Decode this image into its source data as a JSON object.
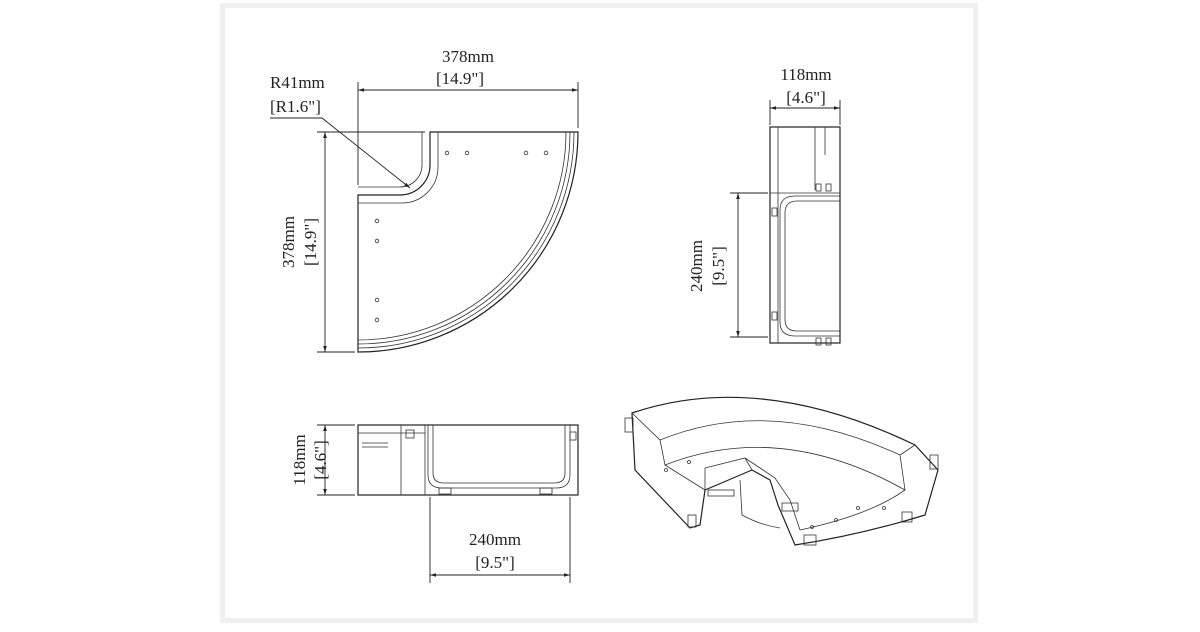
{
  "title": "Cable tray 90-degree horizontal bend dimension drawing",
  "views": {
    "top_view": {
      "radius_label": "R41mm",
      "radius_label_in": "[R1.6\"]",
      "width_label": "378mm",
      "width_label_in": "[14.9\"]",
      "height_label": "378mm",
      "height_label_in": "[14.9\"]"
    },
    "side_view": {
      "width_label": "118mm",
      "width_label_in": "[4.6\"]",
      "height_label": "240mm",
      "height_label_in": "[9.5\"]"
    },
    "front_view": {
      "height_label": "118mm",
      "height_label_in": "[4.6\"]",
      "width_label": "240mm",
      "width_label_in": "[9.5\"]"
    },
    "isometric_view": {}
  },
  "colors": {
    "line": "#222222",
    "frame": "#efefef"
  }
}
